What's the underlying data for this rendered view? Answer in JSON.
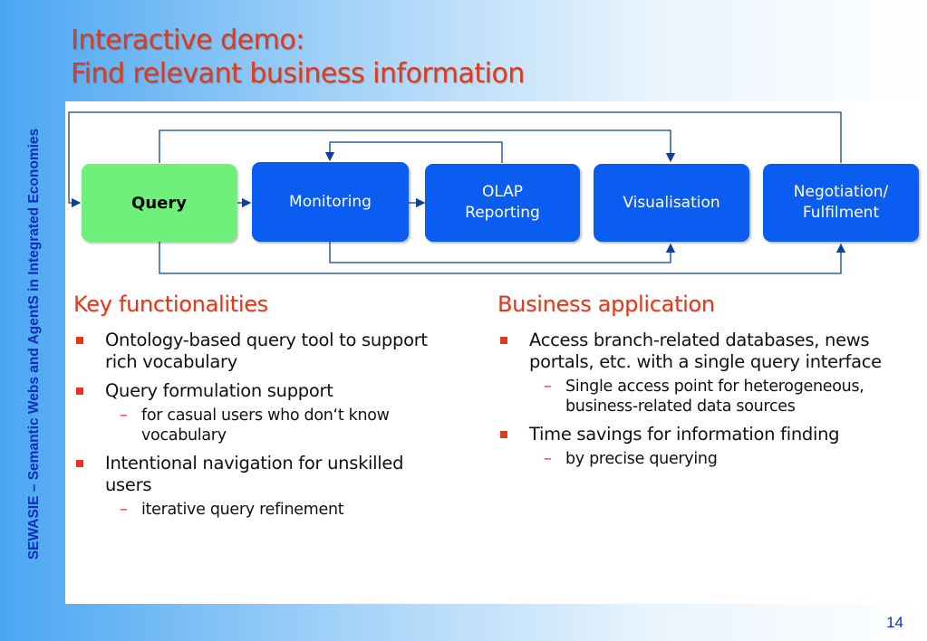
{
  "sidebar": {
    "text": "SEWASIE – Semantic Webs and AgentS in Integrated Economies"
  },
  "title": {
    "line1": "Interactive demo:",
    "line2": "Find relevant business information"
  },
  "flow": {
    "boxes": [
      "Query",
      "Monitoring",
      "OLAP\nReporting",
      "Visualisation",
      "Negotiation/\nFulfilment"
    ]
  },
  "left": {
    "heading": "Key functionalities",
    "items": [
      {
        "text": "Ontology-based query tool to support rich vocabulary"
      },
      {
        "text": "Query formulation support",
        "sub": "for casual users who don‘t know vocabulary"
      },
      {
        "text": "Intentional navigation for unskilled users",
        "sub": "iterative query refinement"
      }
    ]
  },
  "right": {
    "heading": "Business application",
    "items": [
      {
        "text": "Access branch-related databases, news portals, etc. with a single query interface",
        "sub": "Single access point for heterogeneous, business-related data sources"
      },
      {
        "text": "Time savings for information finding",
        "sub": "by precise querying"
      }
    ]
  },
  "page_number": "14",
  "colors": {
    "accent": "#e03a1c",
    "box_blue": "#0b5cf0",
    "query_green": "#6ef07a",
    "sidebar_text": "#0c2fb8"
  }
}
